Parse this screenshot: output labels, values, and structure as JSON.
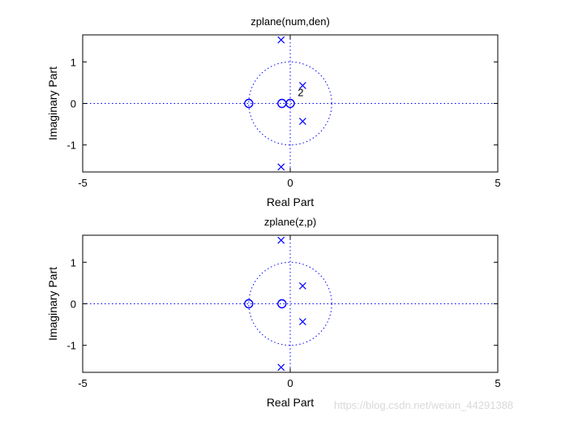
{
  "chart_data": [
    {
      "type": "scatter",
      "title": "zplane(num,den)",
      "xlabel": "Real Part",
      "ylabel": "Imaginary Part",
      "xlim": [
        -5,
        5
      ],
      "ylim": [
        -1.65,
        1.65
      ],
      "xticks": [
        "-5",
        "0",
        "5"
      ],
      "yticks": [
        "1",
        "0",
        "-1"
      ],
      "unit_circle": true,
      "axes_lines": "dotted",
      "color": "#0000ff",
      "series": [
        {
          "marker": "o",
          "points": [
            [
              -1,
              0
            ],
            [
              -0.2,
              0
            ],
            [
              0,
              0
            ]
          ]
        },
        {
          "marker": "x",
          "points": [
            [
              -0.22,
              1.53
            ],
            [
              0.3,
              0.43
            ],
            [
              0.3,
              -0.43
            ],
            [
              -0.22,
              -1.53
            ]
          ]
        }
      ],
      "annotations": [
        {
          "text": "2",
          "x": 0.18,
          "y": 0.18
        }
      ]
    },
    {
      "type": "scatter",
      "title": "zplane(z,p)",
      "xlabel": "Real Part",
      "ylabel": "Imaginary Part",
      "xlim": [
        -5,
        5
      ],
      "ylim": [
        -1.65,
        1.65
      ],
      "xticks": [
        "-5",
        "0",
        "5"
      ],
      "yticks": [
        "1",
        "0",
        "-1"
      ],
      "unit_circle": true,
      "axes_lines": "dotted",
      "color": "#0000ff",
      "series": [
        {
          "marker": "o",
          "points": [
            [
              -1,
              0
            ],
            [
              -0.2,
              0
            ]
          ]
        },
        {
          "marker": "x",
          "points": [
            [
              -0.22,
              1.53
            ],
            [
              0.3,
              0.43
            ],
            [
              0.3,
              -0.43
            ],
            [
              -0.22,
              -1.53
            ]
          ]
        }
      ],
      "annotations": []
    }
  ],
  "watermark": "https://blog.csdn.net/weixin_44291388"
}
